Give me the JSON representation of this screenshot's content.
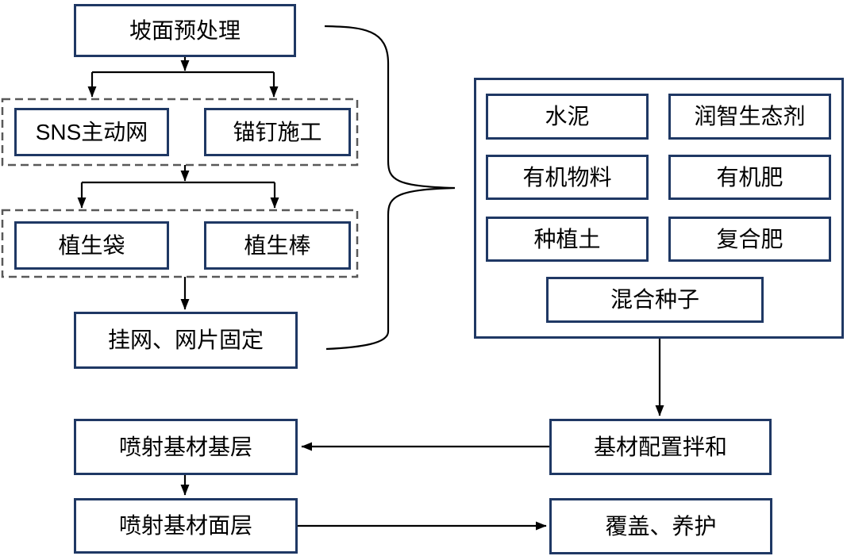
{
  "diagram": {
    "title": "slope-vegetation-construction-flowchart",
    "nodes": {
      "slope_pretreatment": "坡面预处理",
      "sns_net": "SNS主动网",
      "anchor_bolt": "锚钉施工",
      "vegetation_bag": "植生袋",
      "vegetation_rod": "植生棒",
      "hang_net_fixing": "挂网、网片固定",
      "cement": "水泥",
      "runzhi_eco_agent": "润智生态剂",
      "organic_material": "有机物料",
      "organic_fertilizer": "有机肥",
      "planting_soil": "种植土",
      "compound_fertilizer": "复合肥",
      "mixed_seeds": "混合种子",
      "substrate_mixing": "基材配置拌和",
      "spray_substrate_base_layer": "喷射基材基层",
      "spray_substrate_surface_layer": "喷射基材面层",
      "cover_maintenance": "覆盖、养护"
    },
    "colors": {
      "box_border": "#1f3864",
      "dashed_group_border": "#595959",
      "connector": "#000000",
      "text": "#000000",
      "background": "#ffffff"
    }
  }
}
